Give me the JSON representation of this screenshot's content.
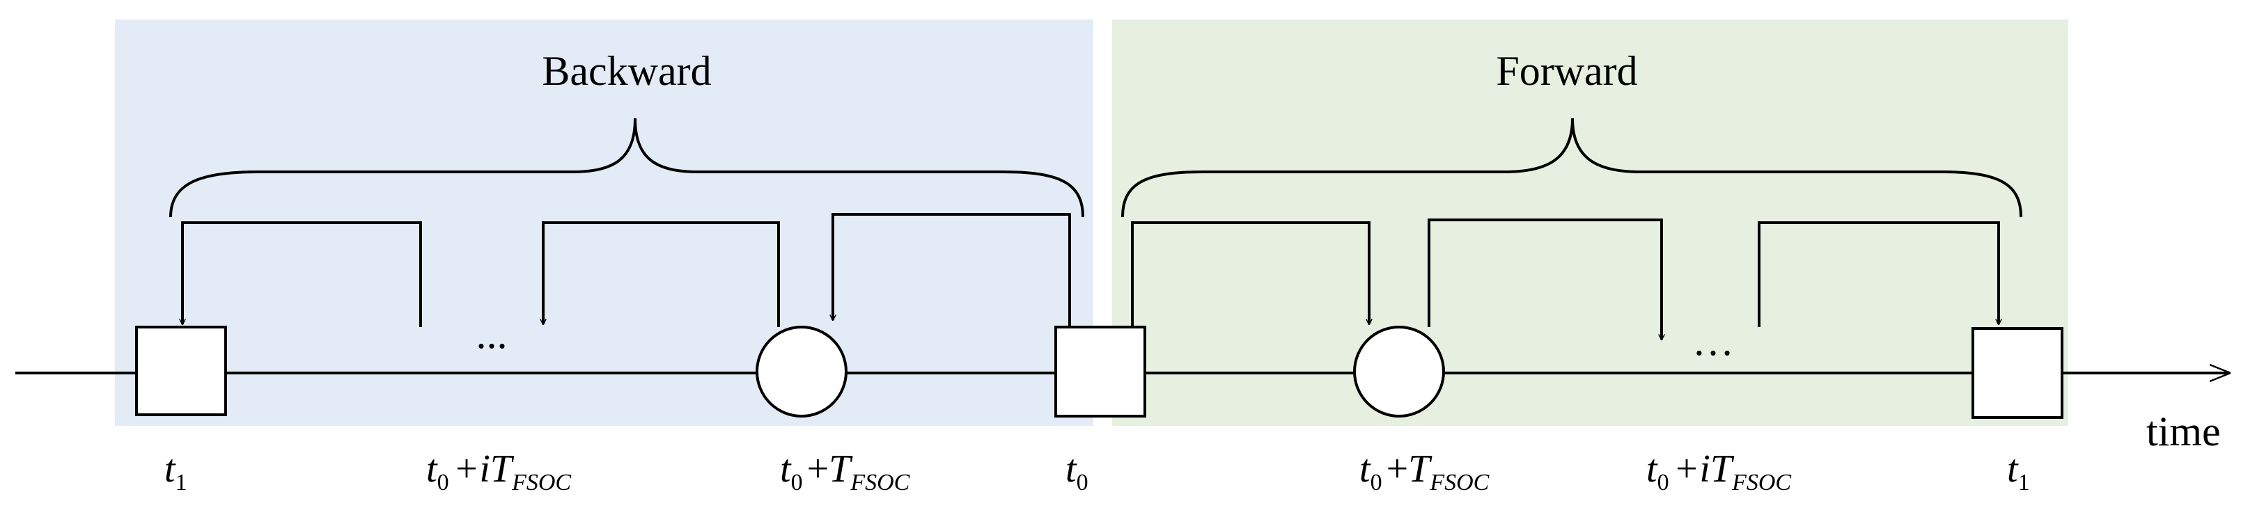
{
  "colors": {
    "backward_bg": "#e3ecf6",
    "forward_bg": "#e7f0e0",
    "stroke": "#000000"
  },
  "sections": {
    "backward": "Backward",
    "forward": "Forward"
  },
  "axis": {
    "label": "time"
  },
  "ellipsis": {
    "backward": "...",
    "forward": "…"
  },
  "labels": {
    "t1_left": {
      "base": "t",
      "sub": "1"
    },
    "t0_iT_left": {
      "base": "t",
      "sub": "0",
      "op": "+i",
      "T": "T",
      "tsub": "FSOC"
    },
    "t0_T_left": {
      "base": "t",
      "sub": "0",
      "op": "+",
      "T": "T",
      "tsub": "FSOC"
    },
    "t0": {
      "base": "t",
      "sub": "0"
    },
    "t0_T_right": {
      "base": "t",
      "sub": "0",
      "op": "+",
      "T": "T",
      "tsub": "FSOC"
    },
    "t0_iT_right": {
      "base": "t",
      "sub": "0",
      "op": "+i",
      "T": "T",
      "tsub": "FSOC"
    },
    "t1_right": {
      "base": "t",
      "sub": "1"
    }
  }
}
